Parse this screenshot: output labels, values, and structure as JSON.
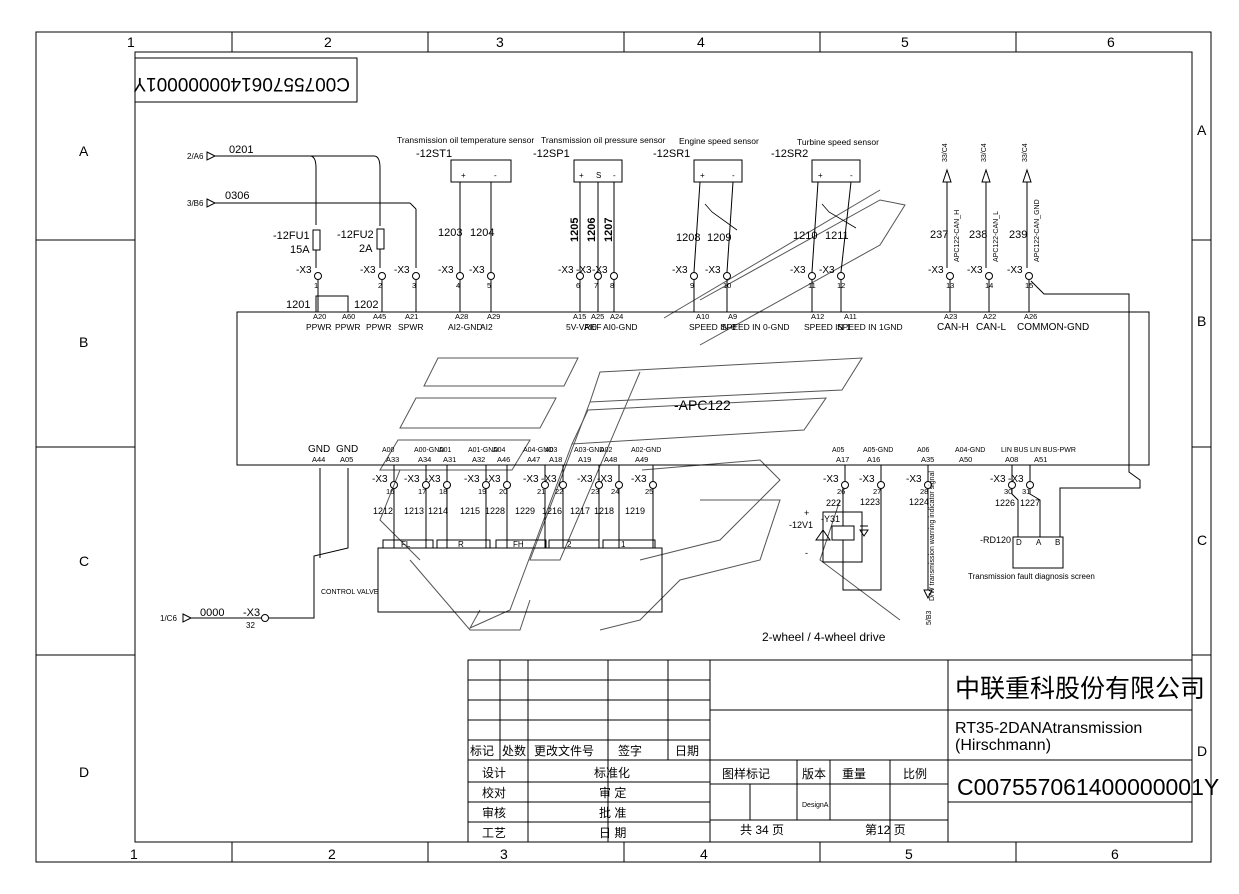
{
  "frame": {
    "columns": [
      "1",
      "2",
      "3",
      "4",
      "5",
      "6"
    ],
    "rows": [
      "A",
      "B",
      "C",
      "D"
    ]
  },
  "drawing_number_mirrored": "C007557061400000001Y",
  "inputs": {
    "in1_ref": "2/A6",
    "in1_wire": "0201",
    "in2_ref": "3/B6",
    "in2_wire": "0306",
    "in3_ref": "1/C6",
    "in3_wire": "0000",
    "in3_conn": "-X3",
    "in3_pin": "32"
  },
  "fuses": {
    "fu1_tag": "-12FU1",
    "fu1_rating": "15A",
    "fu2_tag": "-12FU2",
    "fu2_rating": "2A"
  },
  "sensors": [
    {
      "title": "Transmission oil temperature sensor",
      "tag": "-12ST1",
      "terms": [
        "+",
        "-"
      ]
    },
    {
      "title": "Transmission oil pressure sensor",
      "tag": "-12SP1",
      "terms": [
        "+",
        "S",
        "-"
      ]
    },
    {
      "title": "Engine speed sensor",
      "tag": "-12SR1",
      "terms": [
        "+",
        "-"
      ]
    },
    {
      "title": "Turbine speed sensor",
      "tag": "-12SR2",
      "terms": [
        "+",
        "-"
      ]
    }
  ],
  "can_refs": [
    "33/C4",
    "33/C4",
    "33/C4"
  ],
  "can_sigs": [
    "APC122-CAN_H",
    "APC122-CAN_L",
    "APC122-CAN_GND"
  ],
  "wires_top": [
    "1201",
    "1202",
    "1203",
    "1204",
    "1205",
    "1206",
    "1207",
    "1208",
    "1209",
    "1210",
    "1211",
    "237",
    "238",
    "239"
  ],
  "conn": "-X3",
  "top_pins": [
    "1",
    "2",
    "3",
    "4",
    "5",
    "6",
    "7",
    "8",
    "9",
    "10",
    "11",
    "12",
    "13",
    "14",
    "15"
  ],
  "ecu": {
    "name": "-APC122",
    "top_codes": [
      "A20",
      "A60",
      "A45",
      "A21",
      "A28",
      "A29",
      "A15",
      "A25",
      "A24",
      "A10",
      "A9",
      "A12",
      "A11",
      "A23",
      "A22",
      "A26"
    ],
    "top_sigs": [
      "PPWR",
      "PPWR",
      "PPWR",
      "SPWR",
      "AI2-GND",
      "AI2",
      "5V-VREF",
      "AI0",
      "AI0-GND",
      "SPEED IN 0",
      "SPEED IN 0-GND",
      "SPEED IN 1",
      "SPEED IN 1GND",
      "CAN-H",
      "CAN-L",
      "COMMON-GND"
    ],
    "bot_sigs": [
      "GND",
      "GND",
      "A00",
      "A00-GND",
      "A01",
      "A01-GND",
      "A04",
      "A04-GND",
      "A03",
      "A03-GND",
      "A02",
      "A02-GND",
      "A05",
      "A05-GND",
      "A06",
      "A04-GND",
      "LIN BUS",
      "LIN BUS-PWR"
    ],
    "bot_codes": [
      "A44",
      "A05",
      "A33",
      "A34",
      "A31",
      "A32",
      "A46",
      "A47",
      "A18",
      "A19",
      "A48",
      "A49",
      "A17",
      "A16",
      "A35",
      "A50",
      "A08",
      "A51"
    ]
  },
  "bot_pins": [
    "16",
    "17",
    "18",
    "19",
    "20",
    "21",
    "22",
    "23",
    "24",
    "25",
    "26",
    "27",
    "28",
    "30",
    "31"
  ],
  "wires_bot": [
    "1212",
    "1213",
    "1214",
    "1215",
    "1228",
    "1229",
    "1216",
    "1217",
    "1218",
    "1219",
    "222",
    "1223",
    "1224",
    "1226",
    "1227"
  ],
  "valve": {
    "label": "CONTROL VALVE",
    "cells": [
      "FL",
      "R",
      "FH",
      "2",
      "1"
    ]
  },
  "y31": {
    "tag": "-Y31",
    "v": "-12V1",
    "plus": "+",
    "minus": "-"
  },
  "lamp": {
    "ref": "5/B3",
    "text": "D/W transmission warning indicator signal"
  },
  "rd": {
    "tag": "-RD120",
    "pins": [
      "D",
      "A",
      "B"
    ],
    "title": "Transmission fault diagnosis screen"
  },
  "caption": "2-wheel / 4-wheel drive",
  "title_block": {
    "company": "中联重科股份有限公司",
    "title_line1": "RT35-2DANAtransmission",
    "title_line2": "(Hirschmann)",
    "dwg_no": "C007557061400000001Y",
    "rev_hdr": [
      "标记",
      "处数",
      "更改文件号",
      "签字",
      "日期"
    ],
    "roles_left": [
      "设计",
      "校对",
      "审核",
      "工艺"
    ],
    "roles_right": [
      "标准化",
      "审 定",
      "批 准",
      "日 期"
    ],
    "mark_hdr": [
      "图样标记",
      "版本",
      "重量",
      "比例"
    ],
    "version": "DesignA",
    "total_pages": "共 34 页",
    "page_no": "第12 页"
  }
}
